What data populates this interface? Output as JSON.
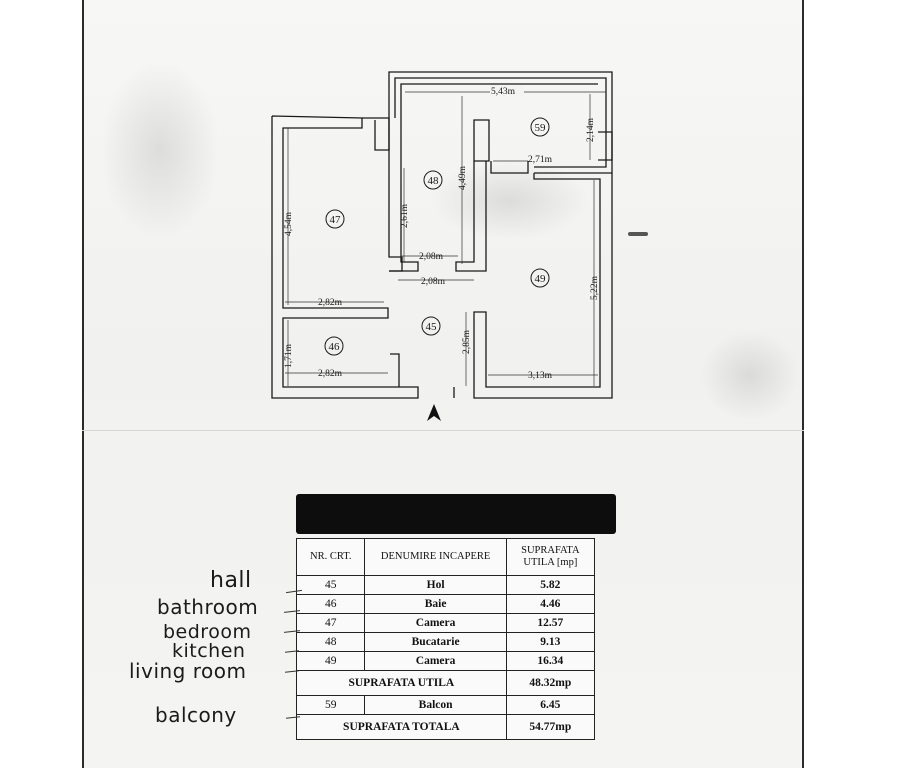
{
  "plan": {
    "rooms": [
      {
        "id": "59"
      },
      {
        "id": "48"
      },
      {
        "id": "47"
      },
      {
        "id": "49"
      },
      {
        "id": "45"
      },
      {
        "id": "46"
      }
    ],
    "dimensions": [
      "5,43m",
      "2,14m",
      "2,71m",
      "4,49m",
      "2,61m",
      "4,54m",
      "2,08m",
      "2,08m",
      "5,22m",
      "2,82m",
      "2,85m",
      "1,71m",
      "2,82m",
      "3,13m"
    ]
  },
  "table": {
    "headers": [
      "NR. CRT.",
      "DENUMIRE INCAPERE",
      "SUPRAFATA UTILA [mp]"
    ],
    "rows": [
      {
        "nr": "45",
        "name": "Hol",
        "area": "5.82"
      },
      {
        "nr": "46",
        "name": "Baie",
        "area": "4.46"
      },
      {
        "nr": "47",
        "name": "Camera",
        "area": "12.57"
      },
      {
        "nr": "48",
        "name": "Bucatarie",
        "area": "9.13"
      },
      {
        "nr": "49",
        "name": "Camera",
        "area": "16.34"
      }
    ],
    "subtotal_label": "SUPRAFATA UTILA",
    "subtotal_value": "48.32mp",
    "balcony": {
      "nr": "59",
      "name": "Balcon",
      "area": "6.45"
    },
    "total_label": "SUPRAFATA TOTALA",
    "total_value": "54.77mp"
  },
  "handwriting": [
    "hall",
    "bathroom",
    "bedroom",
    "kitchen",
    "living room",
    "balcony"
  ]
}
